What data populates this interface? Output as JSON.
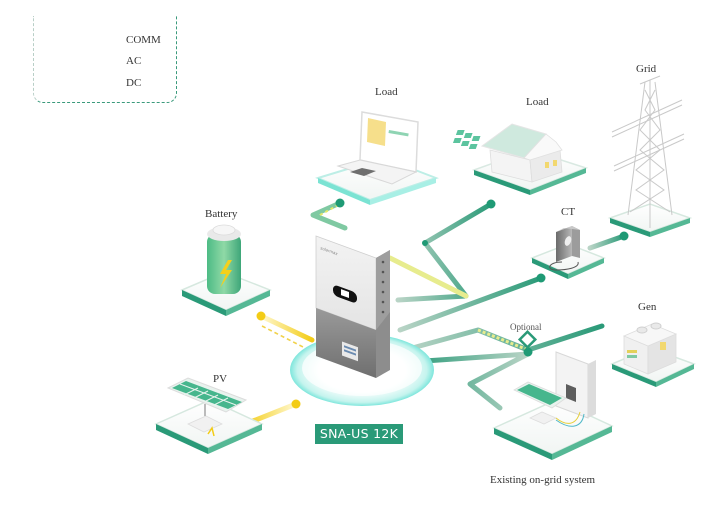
{
  "legend": {
    "items": [
      {
        "label": "COMM",
        "style": "dashed",
        "color": "#f2d23a"
      },
      {
        "label": "AC",
        "style": "solid",
        "color": "#2a9a78"
      },
      {
        "label": "DC",
        "style": "solid",
        "color": "#f3cf1f"
      }
    ]
  },
  "colors": {
    "ac": "#2a9a78",
    "dc": "#f3cf1f",
    "comm": "#e8e070",
    "badge": "#2a9a78"
  },
  "inverter": {
    "model": "SNA-US 12K"
  },
  "nodes": {
    "load_laptop": {
      "label": "Load"
    },
    "load_house": {
      "label": "Load"
    },
    "grid": {
      "label": "Grid"
    },
    "ct": {
      "label": "CT"
    },
    "battery": {
      "label": "Battery"
    },
    "pv": {
      "label": "PV"
    },
    "gen": {
      "label": "Gen"
    },
    "optional": {
      "label": "Optional"
    },
    "existing": {
      "label": "Existing on-grid system"
    }
  }
}
